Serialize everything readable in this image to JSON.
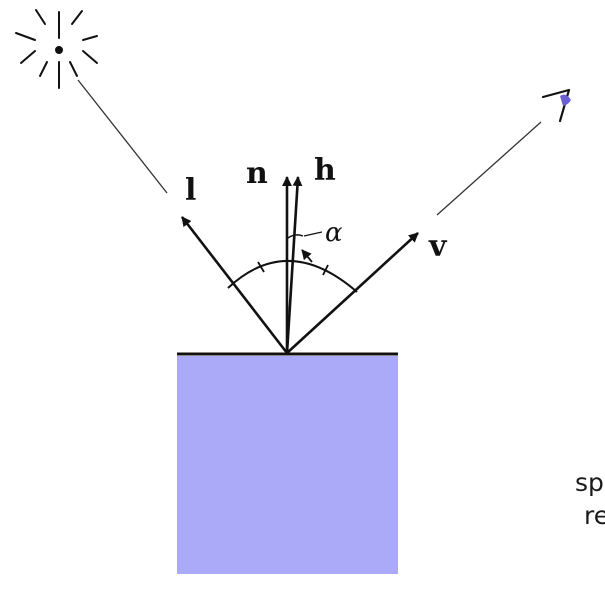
{
  "diagram": {
    "labels": {
      "light": "l",
      "normal": "n",
      "half": "h",
      "view": "v",
      "angle": "α"
    },
    "cropped_text": [
      "sp",
      "re"
    ],
    "colors": {
      "surface_fill": "#aaaaf8",
      "ink": "#111111",
      "eye_iris": "#6b5fd6"
    },
    "icons": [
      "light-source-icon",
      "eye-icon"
    ]
  }
}
